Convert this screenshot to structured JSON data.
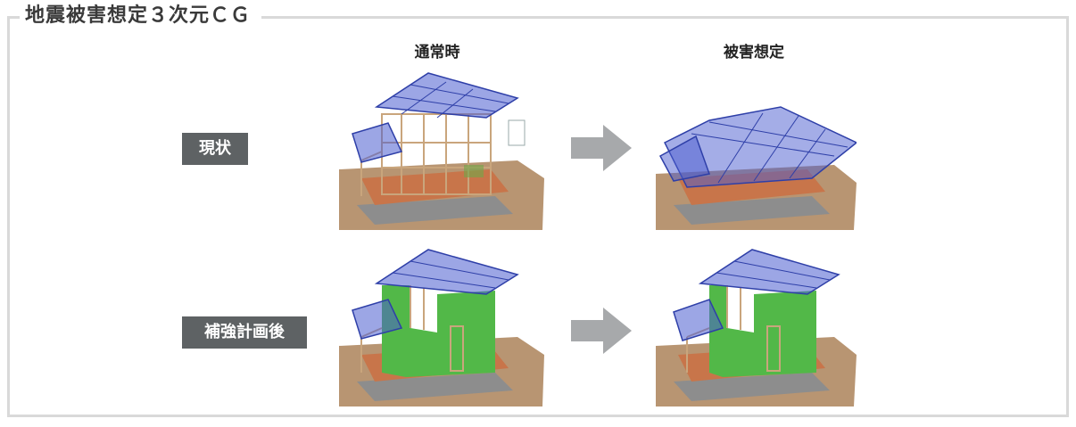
{
  "title": "地震被害想定３次元ＣＧ",
  "columns": [
    "通常時",
    "被害想定"
  ],
  "rows": [
    "現状",
    "補強計画後"
  ],
  "colors": {
    "frame": "#d9d9d9",
    "label_bg": "#5e6264",
    "roof": "#2e3fa8",
    "wood": "#c9a57c",
    "floor": "#c8754a",
    "ground": "#b89572",
    "panel": "#52b848",
    "arrow": "#a7a9ab"
  }
}
